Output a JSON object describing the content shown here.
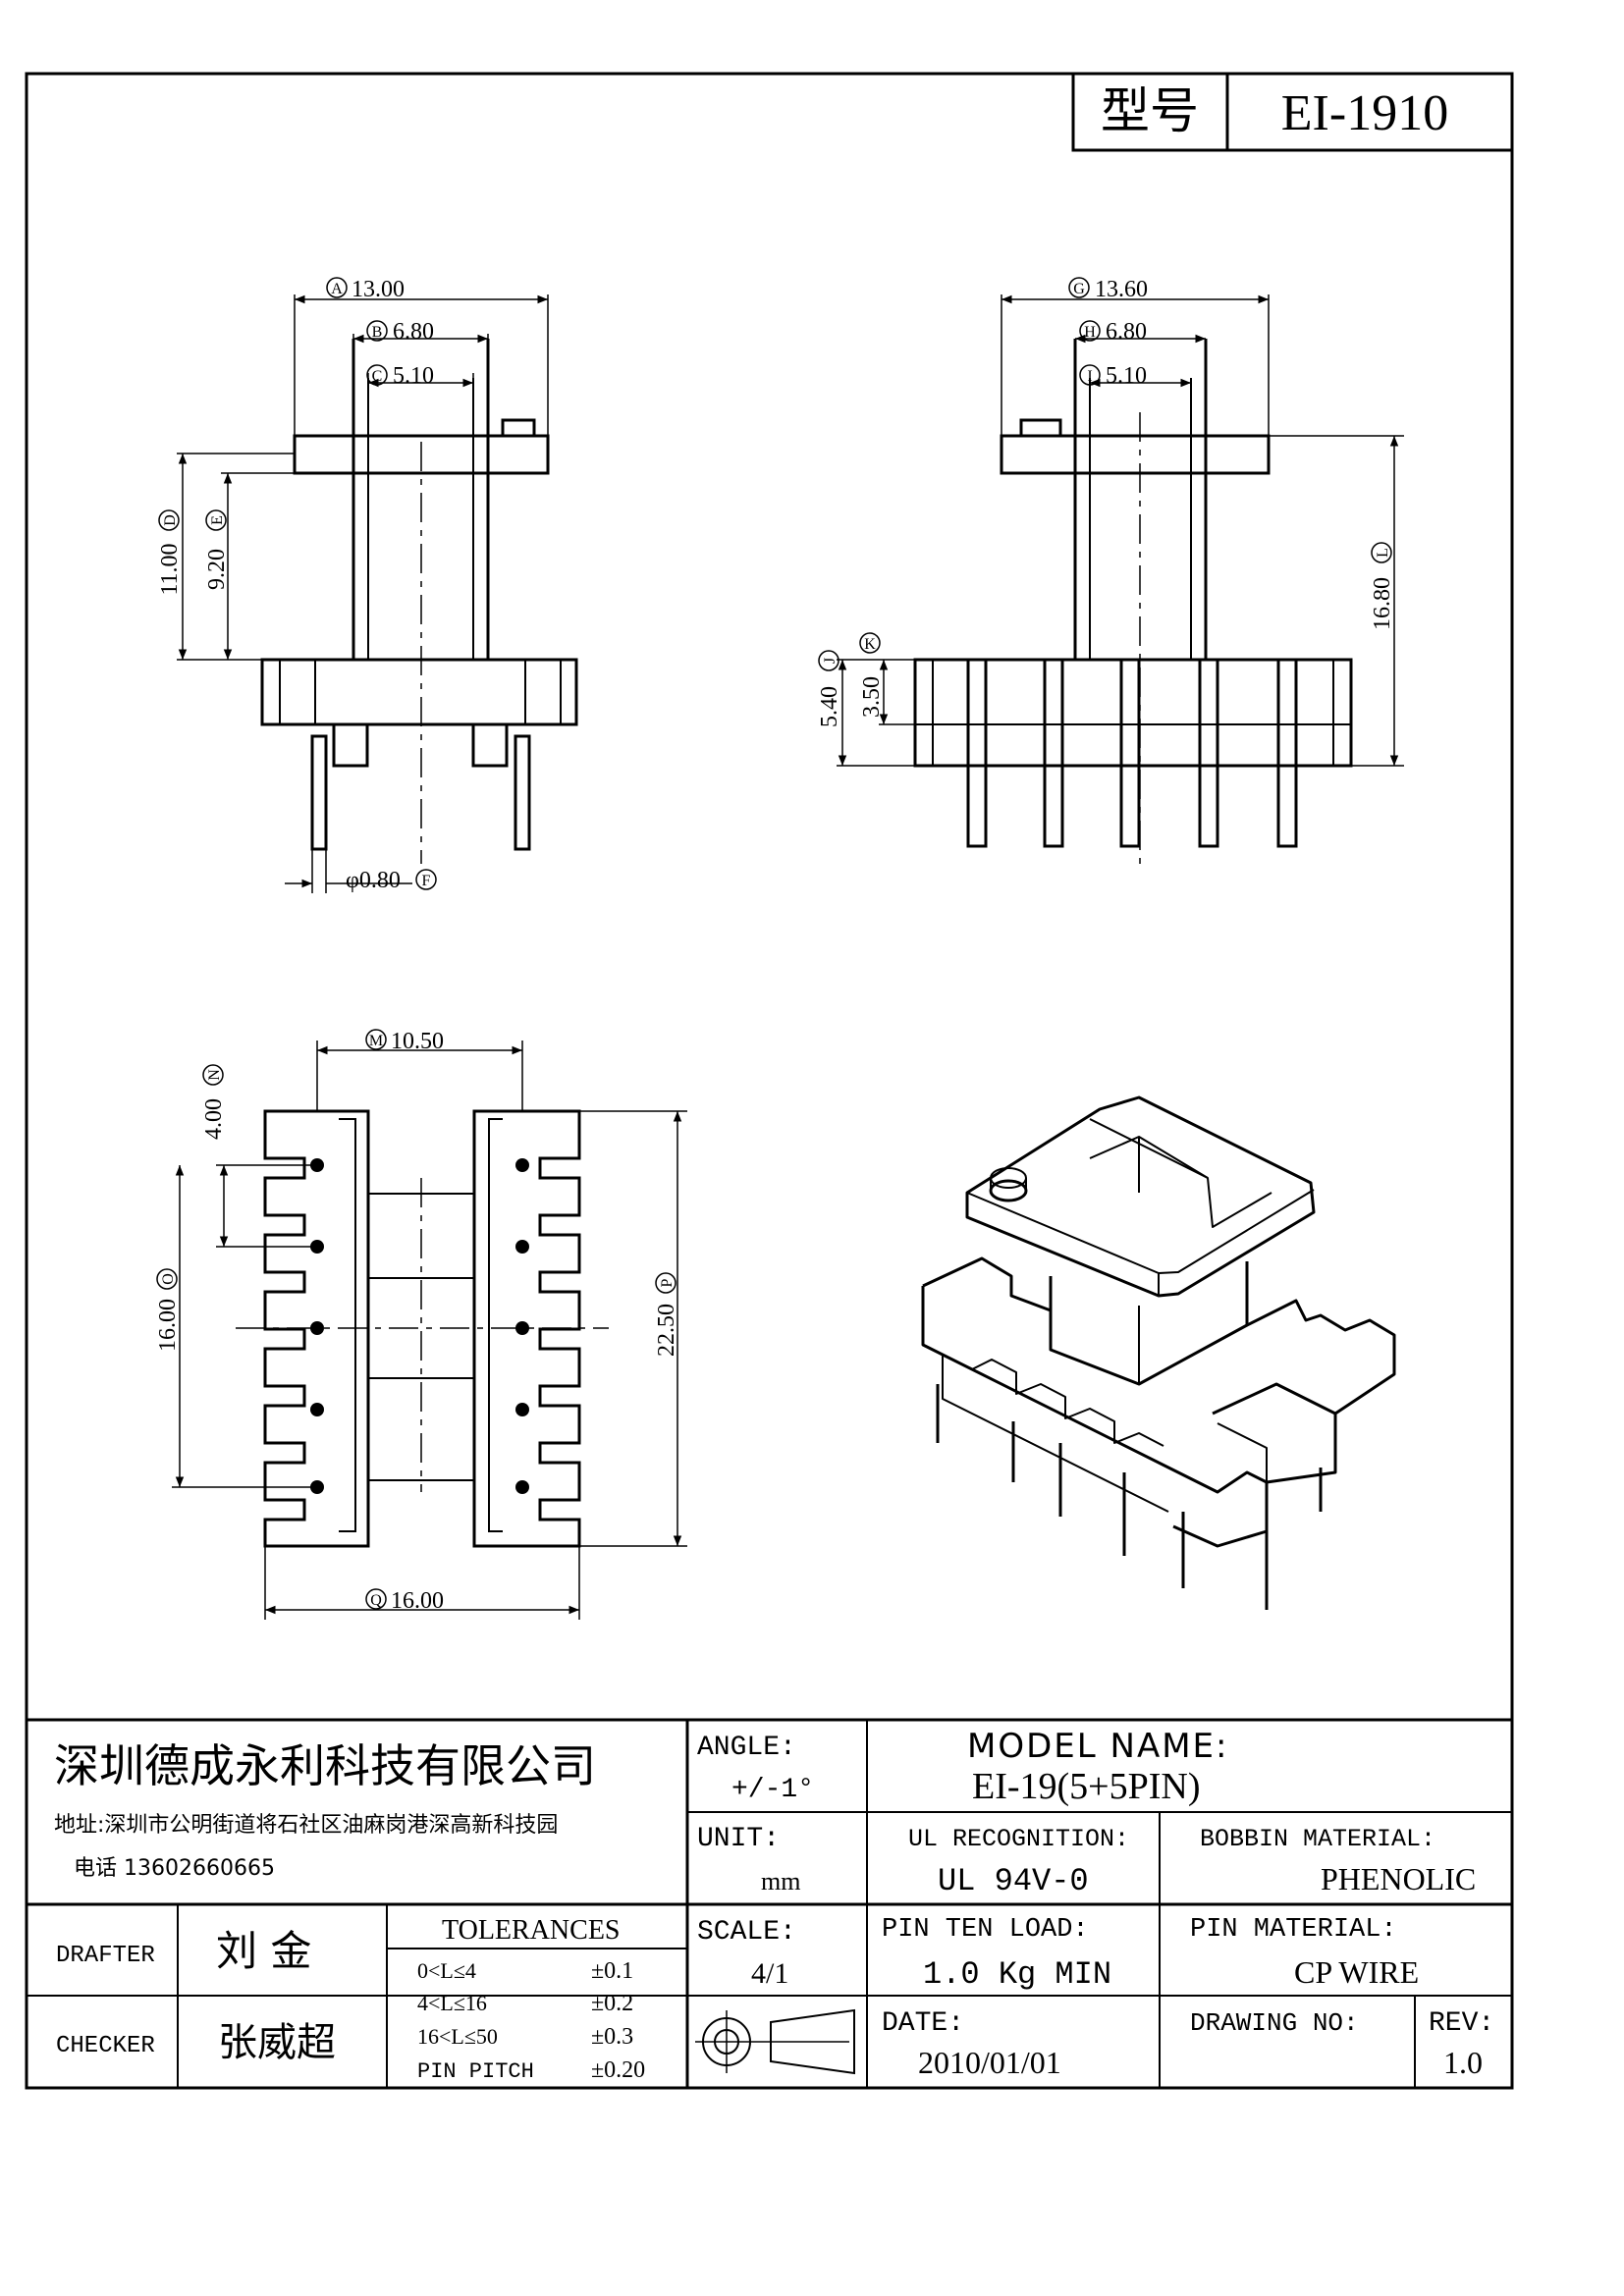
{
  "header": {
    "model_label": "型号",
    "model_value": "EI-1910"
  },
  "dims": {
    "A": "13.00",
    "B": "6.80",
    "C": "5.10",
    "D": "11.00",
    "E": "9.20",
    "F": "φ0.80",
    "G": "13.60",
    "H": "6.80",
    "I": "5.10",
    "J": "5.40",
    "K": "3.50",
    "L": "16.80",
    "M": "10.50",
    "N": "4.00",
    "O": "16.00",
    "P": "22.50",
    "Q": "16.00"
  },
  "markers": [
    "A",
    "B",
    "C",
    "D",
    "E",
    "F",
    "G",
    "H",
    "I",
    "J",
    "K",
    "L",
    "M",
    "N",
    "O",
    "P",
    "Q"
  ],
  "title_block": {
    "company": "深圳德成永利科技有限公司",
    "address": "地址:深圳市公明街道将石社区油麻岗港深高新科技园",
    "phone": "电话 13602660665",
    "angle_label": "ANGLE:",
    "angle_value": "+/-1°",
    "model_name_label": "MODEL NAME:",
    "model_name_value": "EI-19(5+5PIN)",
    "unit_label": "UNIT:",
    "unit_value": "mm",
    "ul_label": "UL RECOGNITION:",
    "ul_value": "UL 94V-0",
    "bobbin_label": "BOBBIN MATERIAL:",
    "bobbin_value": "PHENOLIC",
    "drafter_label": "DRAFTER",
    "drafter_value": "刘  金",
    "checker_label": "CHECKER",
    "checker_value": "张威超",
    "tol_label": "TOLERANCES",
    "tolerances": [
      {
        "range": "0<L≤4",
        "value": "±0.1"
      },
      {
        "range": "4<L≤16",
        "value": "±0.2"
      },
      {
        "range": "16<L≤50",
        "value": "±0.3"
      },
      {
        "range": "PIN PITCH",
        "value": "±0.20"
      }
    ],
    "scale_label": "SCALE:",
    "scale_value": "4/1",
    "pin_load_label": "PIN TEN LOAD:",
    "pin_load_value": "1.0 Kg MIN",
    "pin_mat_label": "PIN MATERIAL:",
    "pin_mat_value": "CP WIRE",
    "date_label": "DATE:",
    "date_value": "2010/01/01",
    "drawing_no_label": "DRAWING NO:",
    "rev_label": "REV:",
    "rev_value": "1.0"
  }
}
